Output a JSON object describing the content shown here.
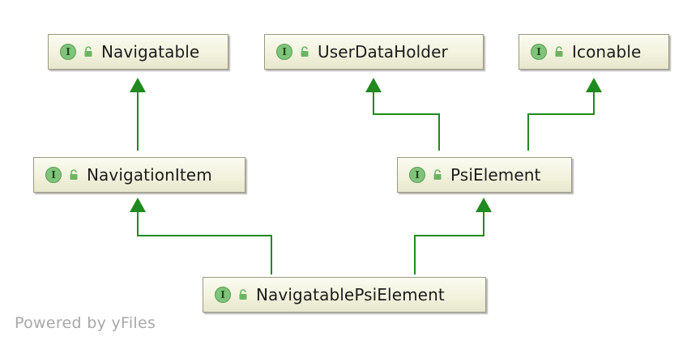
{
  "diagram": {
    "nodes": [
      {
        "id": "navigatable",
        "label": "Navigatable",
        "kind_icon": "I",
        "kind": "interface"
      },
      {
        "id": "userdataholder",
        "label": "UserDataHolder",
        "kind_icon": "I",
        "kind": "interface"
      },
      {
        "id": "iconable",
        "label": "Iconable",
        "kind_icon": "I",
        "kind": "interface"
      },
      {
        "id": "navigationitem",
        "label": "NavigationItem",
        "kind_icon": "I",
        "kind": "interface"
      },
      {
        "id": "psielement",
        "label": "PsiElement",
        "kind_icon": "I",
        "kind": "interface"
      },
      {
        "id": "navigatablepsielement",
        "label": "NavigatablePsiElement",
        "kind_icon": "I",
        "kind": "interface"
      }
    ],
    "edges": [
      {
        "from": "navigationitem",
        "to": "navigatable",
        "type": "extends"
      },
      {
        "from": "psielement",
        "to": "userdataholder",
        "type": "extends"
      },
      {
        "from": "psielement",
        "to": "iconable",
        "type": "extends"
      },
      {
        "from": "navigatablepsielement",
        "to": "navigationitem",
        "type": "extends"
      },
      {
        "from": "navigatablepsielement",
        "to": "psielement",
        "type": "extends"
      }
    ],
    "colors": {
      "edge": "#1f8a1f",
      "node_border": "#9a9a7e",
      "node_fill": "#f2f2de",
      "interface_icon": "#7fc47a",
      "lock_icon": "#6cb463"
    },
    "icons": {
      "kind": "interface-icon",
      "access": "lock-icon"
    }
  },
  "watermark": "Powered by yFiles"
}
